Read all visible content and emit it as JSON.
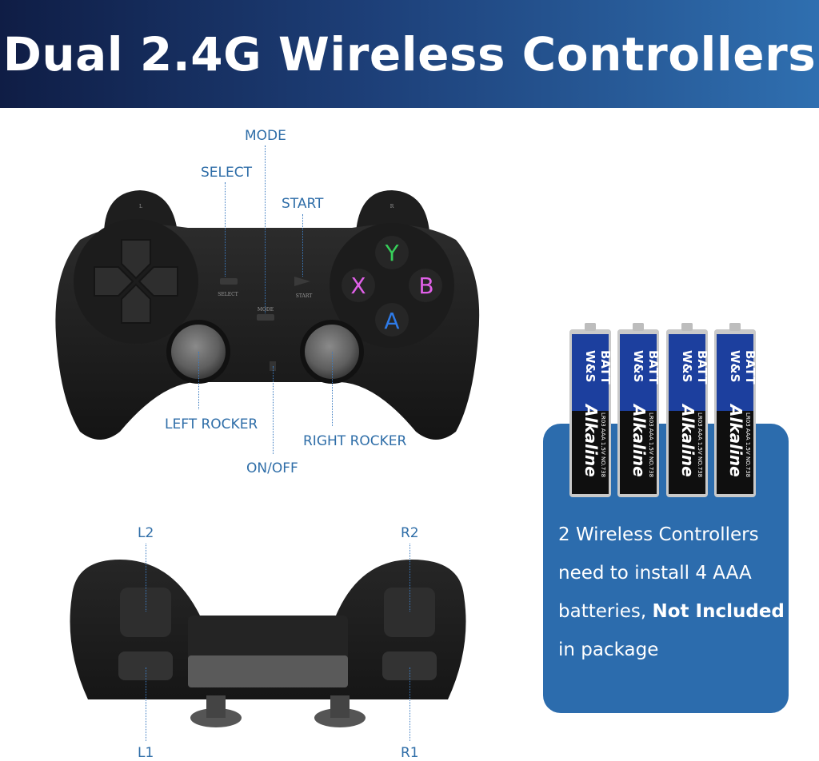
{
  "header": {
    "title": "Dual 2.4G Wireless Controllers"
  },
  "front_labels": {
    "mode": "MODE",
    "select": "SELECT",
    "start": "START",
    "left_rocker": "LEFT ROCKER",
    "right_rocker": "RIGHT ROCKER",
    "on_off": "ON/OFF"
  },
  "controller_print": {
    "select": "SELECT",
    "start": "START",
    "mode": "MODE",
    "l": "L",
    "r": "R"
  },
  "face_buttons": {
    "y": "Y",
    "x": "X",
    "b": "B",
    "a": "A"
  },
  "back_labels": {
    "l2": "L2",
    "r2": "R2",
    "l1": "L1",
    "r1": "R1"
  },
  "battery": {
    "brand": "W&S",
    "brand2": "BATT",
    "type": "Alkaline",
    "fine_print": "LR03 AAA 1.5V NO.738"
  },
  "info": {
    "line1": "2 Wireless Controllers",
    "line2": "need to install 4 AAA",
    "line3_prefix": "batteries, ",
    "line3_bold": "Not Included",
    "line4": "in package"
  },
  "colors": {
    "header_dark": "#0f1d45",
    "header_light": "#2f6fb0",
    "label_blue": "#2f6ea8",
    "info_box": "#2c6cad",
    "btn_y": "#37d05a",
    "btn_x": "#e060e8",
    "btn_b": "#e060e8",
    "btn_a": "#2e7be8"
  }
}
